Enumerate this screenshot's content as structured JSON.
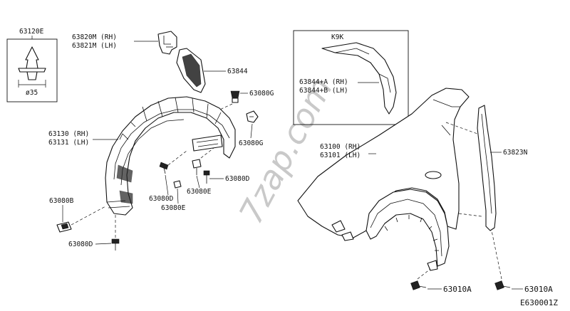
{
  "watermark": "7zap.com",
  "diagram_code": "E630001Z",
  "inset": {
    "title": "K9K"
  },
  "clip_detail": {
    "part": "63120E",
    "dimension": "ø35"
  },
  "labels": {
    "l63820m": "63820M (RH)",
    "l63821m": "63821M (LH)",
    "l63844": "63844",
    "l63080g_a": "63080G",
    "l63080g_b": "63080G",
    "l63130": "63130 (RH)",
    "l63131": "63131 (LH)",
    "l63080d_a": "63080D",
    "l63080d_b": "63080D",
    "l63080d_c": "63080D",
    "l63080e_a": "63080E",
    "l63080e_b": "63080E",
    "l63080b": "63080B",
    "l63844a": "63844+A (RH)",
    "l63844b": "63844+B (LH)",
    "l63100": "63100 (RH)",
    "l63101": "63101 (LH)",
    "l63823n": "63823N",
    "l63010a_a": "63010A",
    "l63010a_b": "63010A"
  }
}
